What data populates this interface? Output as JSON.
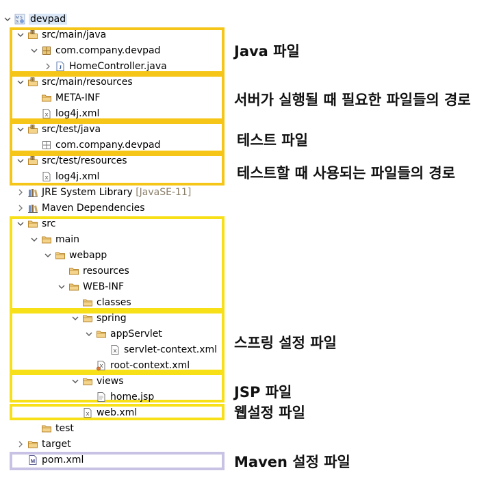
{
  "project": {
    "name": "devpad"
  },
  "tree": {
    "src_main_java": "src/main/java",
    "pkg_main": "com.company.devpad",
    "home_controller": "HomeController.java",
    "src_main_resources": "src/main/resources",
    "meta_inf": "META-INF",
    "log4j_main": "log4j.xml",
    "src_test_java": "src/test/java",
    "pkg_test": "com.company.devpad",
    "src_test_resources": "src/test/resources",
    "log4j_test": "log4j.xml",
    "jre_library": "JRE System Library",
    "jre_version": "[JavaSE-11]",
    "maven_deps": "Maven Dependencies",
    "src": "src",
    "main": "main",
    "webapp": "webapp",
    "resources": "resources",
    "web_inf": "WEB-INF",
    "classes": "classes",
    "spring": "spring",
    "app_servlet": "appServlet",
    "servlet_context": "servlet-context.xml",
    "root_context": "root-context.xml",
    "views": "views",
    "home_jsp": "home.jsp",
    "web_xml": "web.xml",
    "test": "test",
    "target": "target",
    "pom_xml": "pom.xml"
  },
  "annotations": {
    "java": "Java 파일",
    "resources": "서버가 실행될 때 필요한 파일들의 경로",
    "test_java": "테스트 파일",
    "test_resources": "테스트할 때 사용되는 파일들의 경로",
    "spring": "스프링 설정 파일",
    "jsp": "JSP 파일",
    "web_xml": "웹설정 파일",
    "maven": "Maven 설정 파일"
  },
  "colors": {
    "box_orange": "#f5c518",
    "box_yellow": "#f7e017",
    "box_lavender": "#c8c2e4"
  },
  "icons": {
    "expanded": "chevron-down-icon",
    "collapsed": "chevron-right-icon",
    "folder": "folder-icon",
    "source_folder": "source-folder-icon",
    "package": "package-icon",
    "java_file": "java-file-icon",
    "xml_file": "xml-file-icon",
    "library": "library-icon",
    "jsp_file": "jsp-file-icon",
    "maven_file": "maven-file-icon",
    "project": "project-icon"
  }
}
